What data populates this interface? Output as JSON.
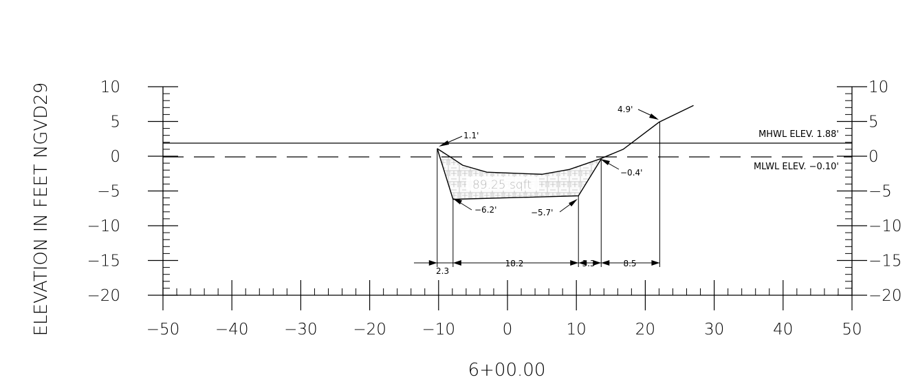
{
  "chart_data": {
    "type": "cross-section",
    "xlabel": "6+00.00",
    "ylabel": "ELEVATION IN FEET NGVD29",
    "xlim": [
      -50,
      50
    ],
    "ylim": [
      -20,
      10
    ],
    "x_ticks": [
      "−50",
      "−40",
      "−30",
      "−20",
      "−10",
      "0",
      "10",
      "20",
      "30",
      "40",
      "50"
    ],
    "y_ticks": [
      "10",
      "5",
      "0",
      "−5",
      "−10",
      "−15",
      "−20"
    ],
    "y_ticks_right": [
      "10",
      "5",
      "0",
      "−5",
      "−10",
      "−15",
      "−20"
    ],
    "mhwl": {
      "label": "MHWL ELEV. 1.88'",
      "elev": 1.88
    },
    "mlwl": {
      "label": "MLWL ELEV. −0.10'",
      "elev": -0.1
    },
    "ground_profile": [
      {
        "x": -10.2,
        "y": 1.1
      },
      {
        "x": -8.0,
        "y": -0.3
      },
      {
        "x": -6.5,
        "y": -1.3
      },
      {
        "x": -3.0,
        "y": -2.3
      },
      {
        "x": 5.0,
        "y": -2.6
      },
      {
        "x": 9.0,
        "y": -1.9
      },
      {
        "x": 13.4,
        "y": -0.4
      },
      {
        "x": 16.8,
        "y": 1.0
      },
      {
        "x": 22.0,
        "y": 4.9
      },
      {
        "x": 27.0,
        "y": 7.3
      }
    ],
    "dredge_template": [
      {
        "x": -10.2,
        "y": 1.1
      },
      {
        "x": -7.9,
        "y": -6.2
      },
      {
        "x": 10.3,
        "y": -5.7
      },
      {
        "x": 13.6,
        "y": -0.4
      }
    ],
    "area_label": "89.25 sqft",
    "elevation_callouts": [
      "1.1'",
      "4.9'",
      "−0.4'",
      "−6.2'",
      "−5.7'"
    ],
    "dimensions": [
      {
        "label": "2.3",
        "from": -10.2,
        "to": -7.9
      },
      {
        "label": "18.2",
        "from": -7.9,
        "to": 10.3
      },
      {
        "label": "3.3",
        "from": 10.3,
        "to": 13.6
      },
      {
        "label": "8.5",
        "from": 13.6,
        "to": 22.1
      }
    ]
  }
}
